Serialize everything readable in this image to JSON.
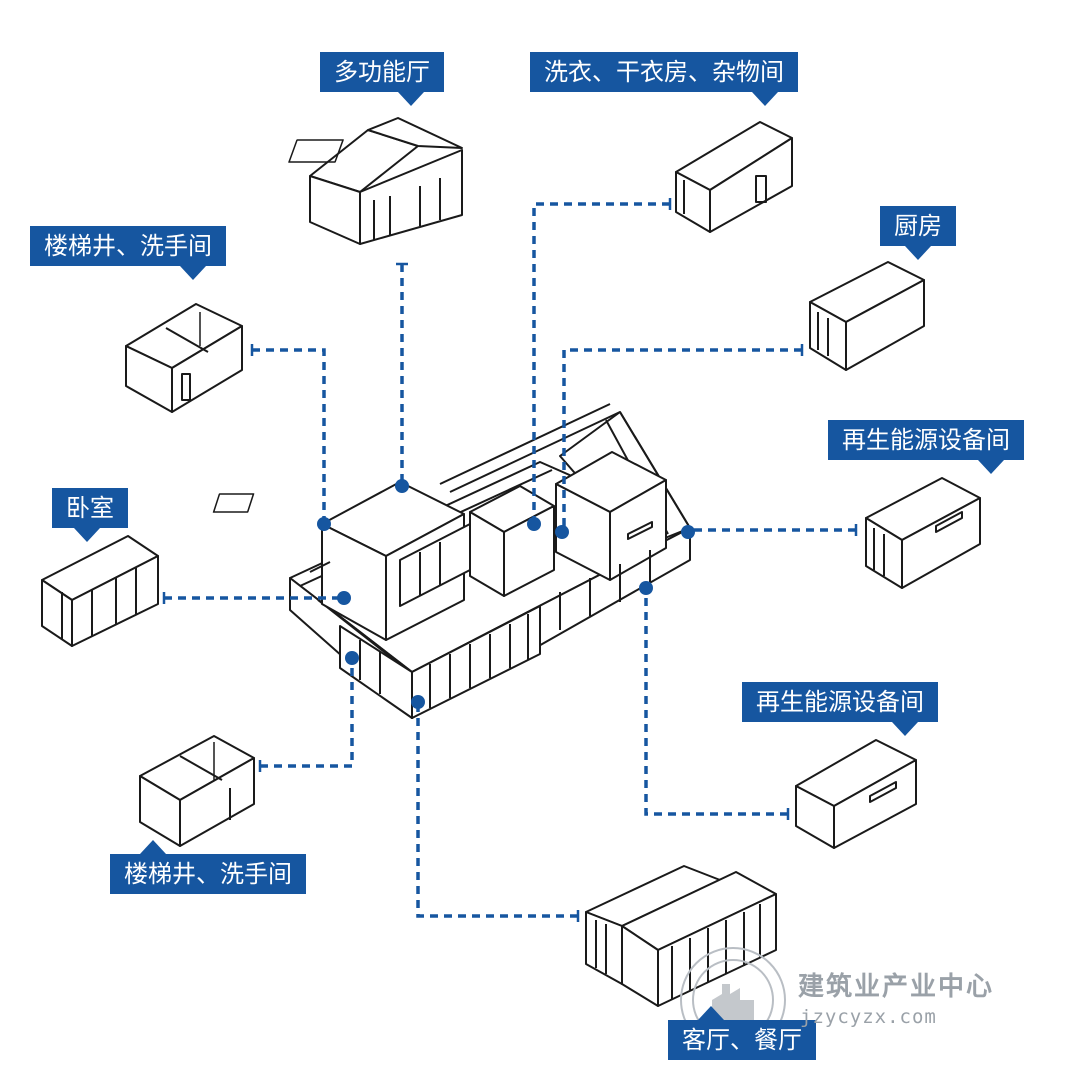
{
  "labels": {
    "multi_hall": "多功能厅",
    "laundry": "洗衣、干衣房、杂物间",
    "stair_wc_top": "楼梯井、洗手间",
    "kitchen": "厨房",
    "energy_1": "再生能源设备间",
    "bedroom": "卧室",
    "energy_2": "再生能源设备间",
    "stair_wc_bottom": "楼梯井、洗手间",
    "living_dining": "客厅、餐厅"
  },
  "watermark": {
    "name": "建筑业产业中心",
    "url": "jzycyzx.com"
  },
  "colors": {
    "accent": "#1656a0",
    "line": "#1a1a1a",
    "watermark": "#9aa1a8"
  }
}
